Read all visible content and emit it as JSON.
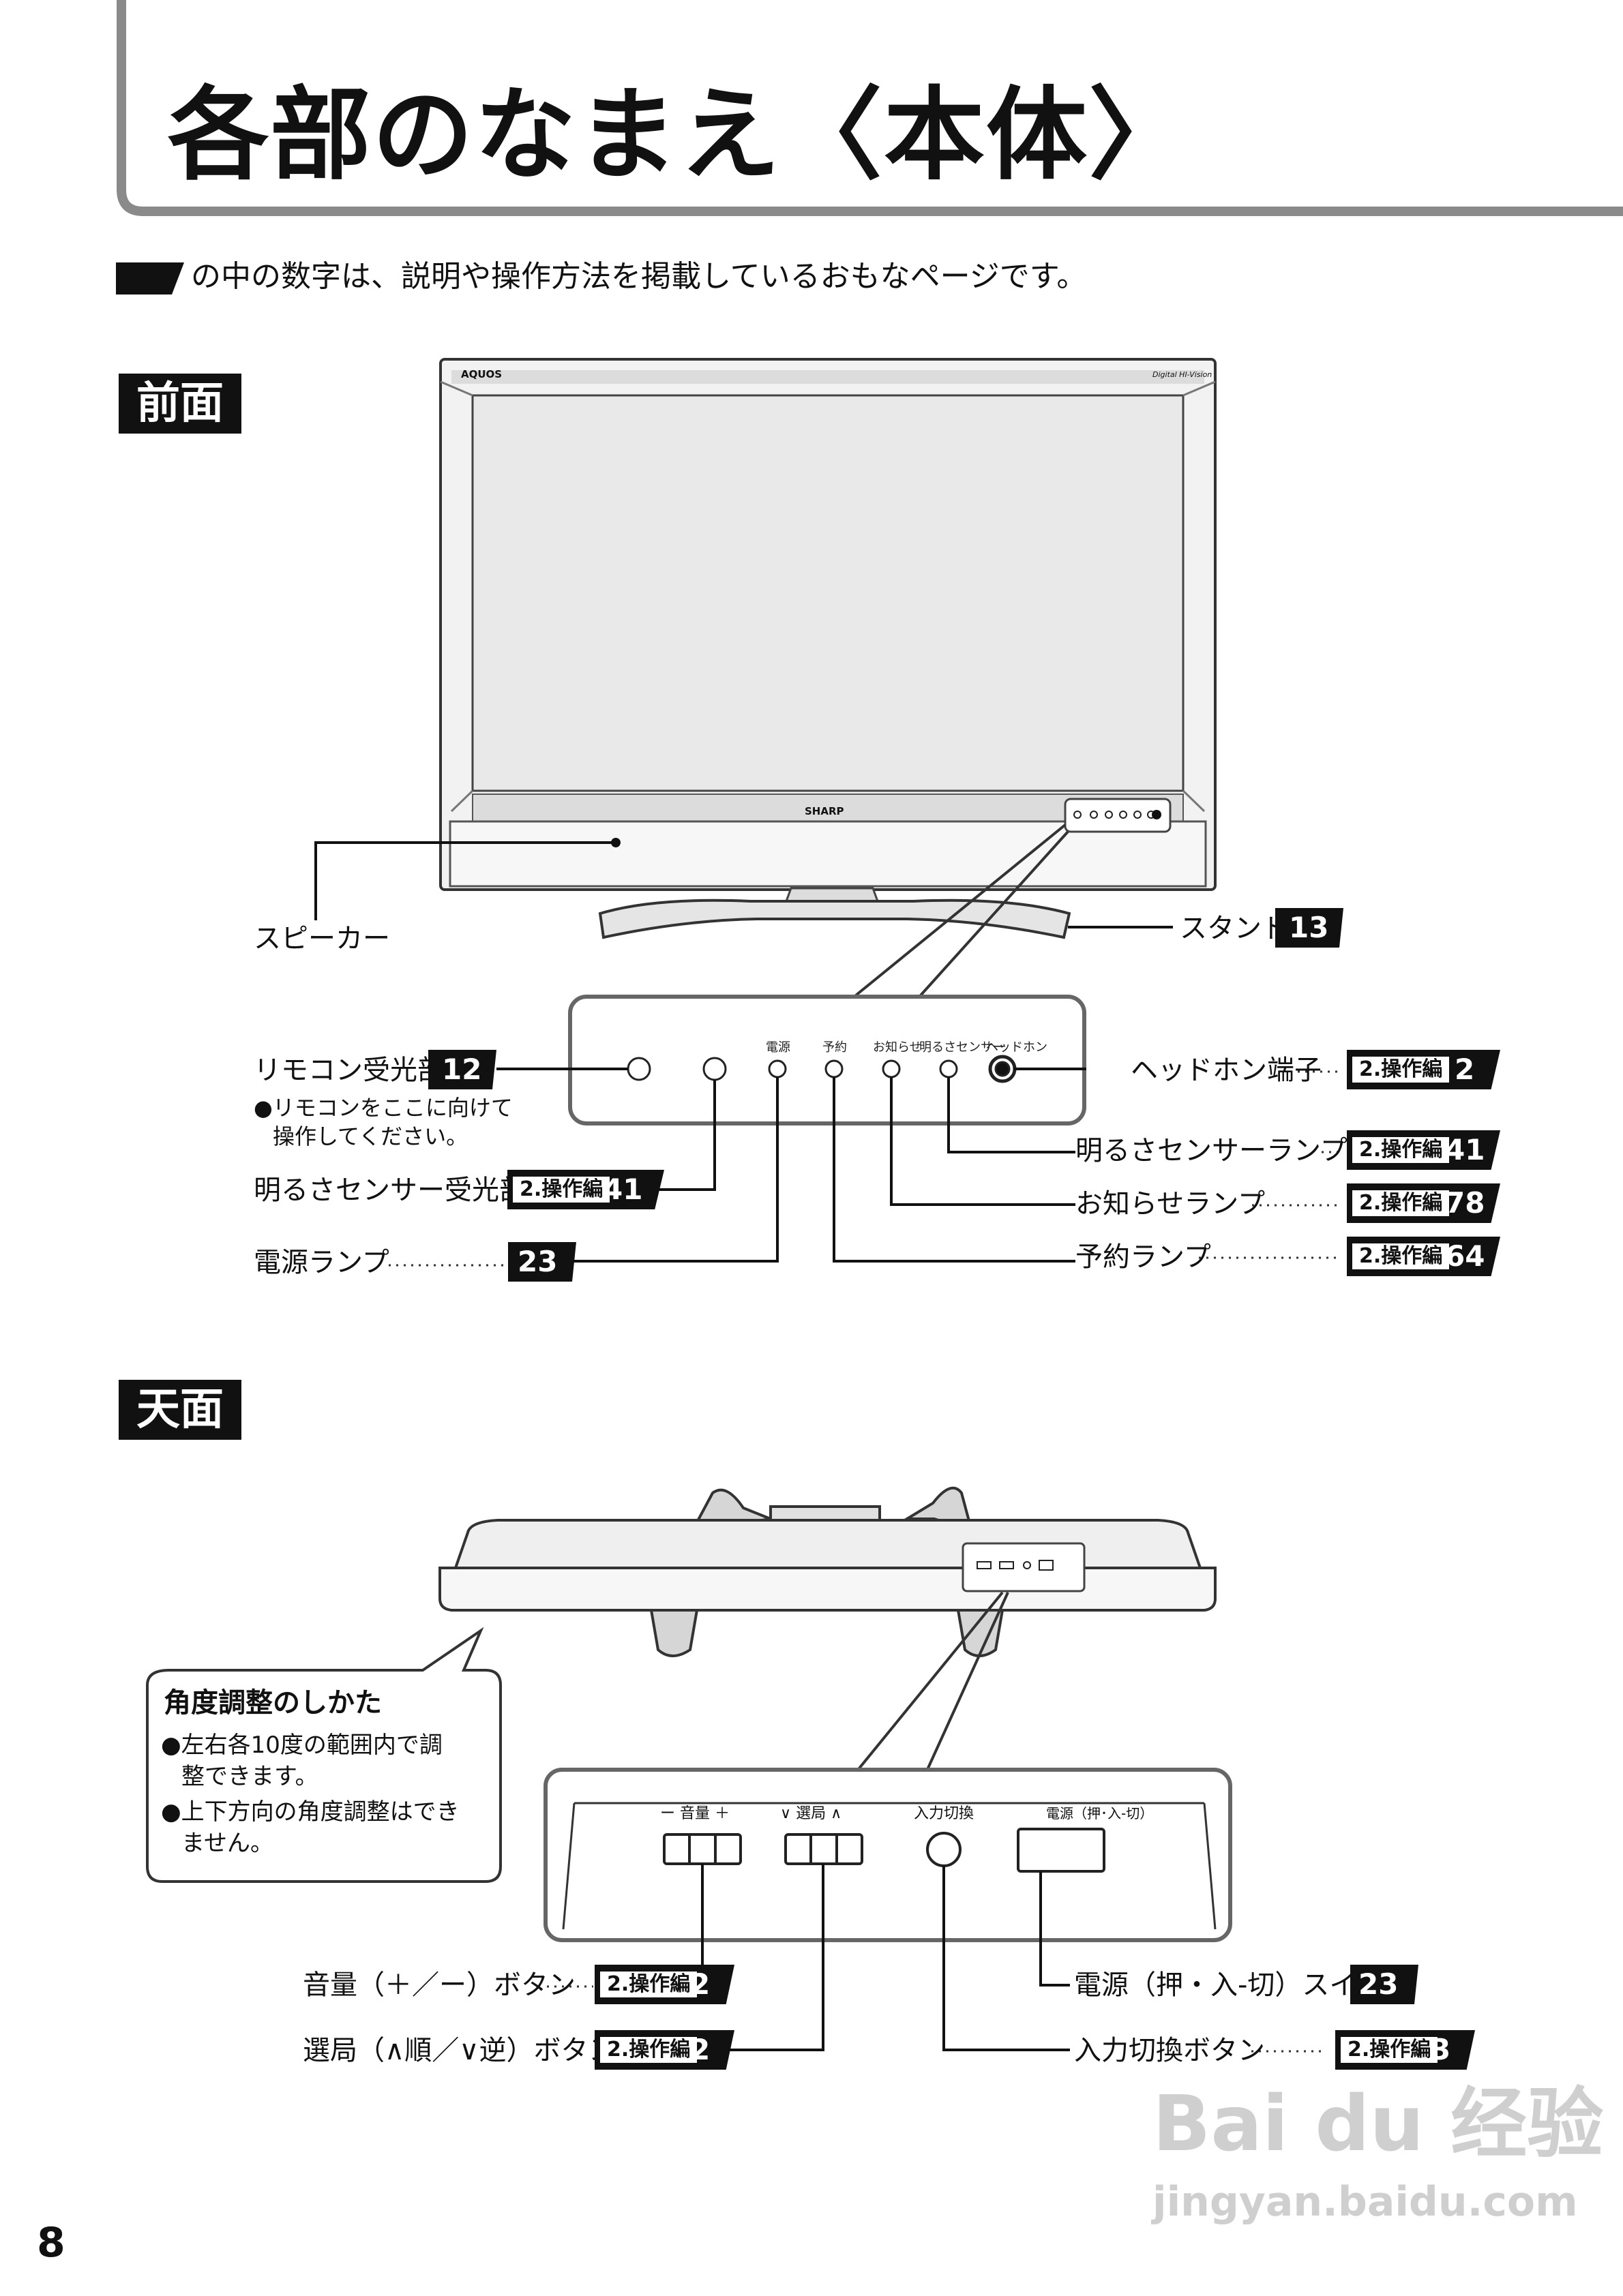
{
  "page": {
    "title": "各部のなまえ〈本体〉",
    "intro": "の中の数字は、説明や操作方法を掲載しているおもなページです。",
    "page_number": "8"
  },
  "front": {
    "section_label": "前面",
    "tv_brand": "AQUOS",
    "tv_subbrand": "Digital HI-Vision",
    "tv_maker": "SHARP",
    "speaker": "スピーカー",
    "stand": "スタンド",
    "stand_page": "13",
    "panel_labels": [
      "電源",
      "予約",
      "お知らせ",
      "明るさセンサー",
      "ヘッドホン"
    ],
    "remote_receiver": "リモコン受光部",
    "remote_receiver_page": "12",
    "remote_note_1": "●リモコンをここに向けて",
    "remote_note_2": "操作してください。",
    "brightness_receiver": "明るさセンサー受光部",
    "brightness_receiver_ref": "2.操作編",
    "brightness_receiver_page": "41",
    "power_lamp": "電源ランプ",
    "power_lamp_page": "23",
    "headphone": "ヘッドホン端子",
    "headphone_ref": "2.操作編",
    "headphone_page": "2",
    "brightness_lamp": "明るさセンサーランプ",
    "brightness_lamp_ref": "2.操作編",
    "brightness_lamp_page": "41",
    "notice_lamp": "お知らせランプ",
    "notice_lamp_ref": "2.操作編",
    "notice_lamp_page": "78",
    "timer_lamp": "予約ランプ",
    "timer_lamp_ref": "2.操作編",
    "timer_lamp_page": "64"
  },
  "top": {
    "section_label": "天面",
    "angle_title": "角度調整のしかた",
    "angle_note_1a": "●左右各10度の範囲内で調",
    "angle_note_1b": "整できます。",
    "angle_note_2a": "●上下方向の角度調整はでき",
    "angle_note_2b": "ません。",
    "panel_volume": "ー 音量 ＋",
    "panel_channel": "∨ 選局 ∧",
    "panel_input": "入力切換",
    "panel_power": "電源（押･入-切）",
    "volume_button": "音量（＋／ー）ボタン",
    "volume_ref": "2.操作編",
    "volume_page": "2",
    "channel_button": "選局（∧順／∨逆）ボタン",
    "channel_ref": "2.操作編",
    "channel_page": "2",
    "power_switch": "電源（押・入-切）スイッチ",
    "power_switch_page": "23",
    "input_button": "入力切換ボタン",
    "input_ref": "2.操作編",
    "input_page": "3"
  },
  "watermark": {
    "brand": "Bai du 经验",
    "url": "jingyan.baidu.com"
  }
}
